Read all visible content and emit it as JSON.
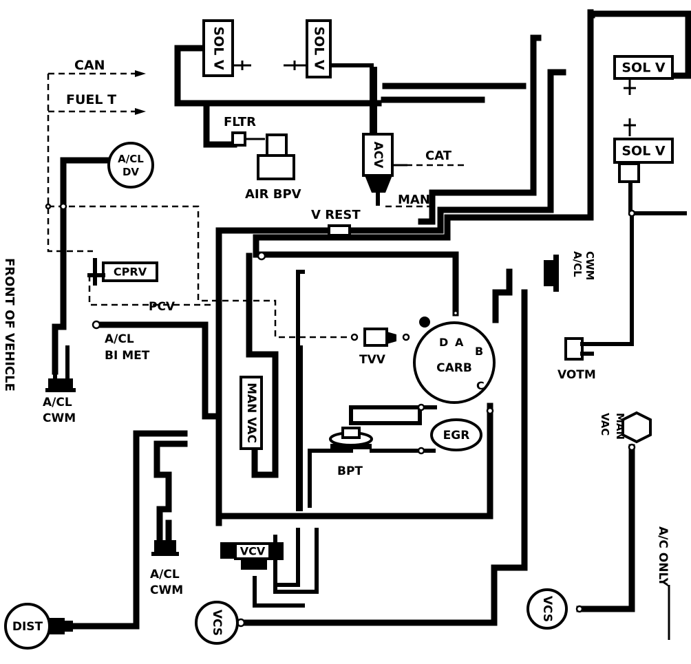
{
  "labels": {
    "sol_v": "SOL V",
    "can": "CAN",
    "fuel_t": "FUEL T",
    "fltr": "FLTR",
    "air_bpv": "AIR BPV",
    "acv": "ACV",
    "cat": "CAT",
    "man": "MAN",
    "v_rest": "V REST",
    "acl_dv_1": "A/CL",
    "acl_dv_2": "DV",
    "cprv": "CPRV",
    "pcv": "PCV",
    "acl_bimet_1": "A/CL",
    "acl_bimet_2": "BI MET",
    "acl_cwm_left_1": "A/CL",
    "acl_cwm_left_2": "CWM",
    "front_of_vehicle": "FRONT OF VEHICLE",
    "tvv": "TVV",
    "carb": "CARB",
    "port_d": "D",
    "port_a": "A",
    "port_b": "B",
    "port_c": "C",
    "egr": "EGR",
    "bpt": "BPT",
    "man_vac_block": "MAN VAC",
    "acl_cwm_right_1": "A/CL",
    "acl_cwm_right_2": "CWM",
    "votm": "VOTM",
    "man_vac_right_1": "MAN",
    "man_vac_right_2": "VAC",
    "ac_only": "A/C ONLY",
    "acl_cwm_bottom_1": "A/CL",
    "acl_cwm_bottom_2": "CWM",
    "vcv": "VCV",
    "vcs": "VCS",
    "dist": "DIST"
  }
}
